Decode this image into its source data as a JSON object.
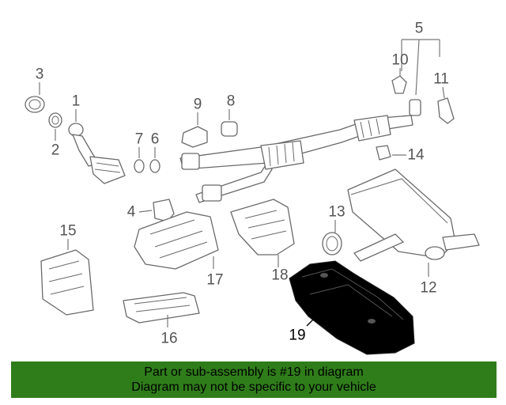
{
  "callouts": {
    "c1": "1",
    "c2": "2",
    "c3": "3",
    "c4": "4",
    "c5": "5",
    "c6": "6",
    "c7": "7",
    "c8": "8",
    "c9": "9",
    "c10": "10",
    "c11": "11",
    "c12": "12",
    "c13": "13",
    "c14": "14",
    "c15": "15",
    "c16": "16",
    "c17": "17",
    "c18": "18",
    "c19": "19"
  },
  "banner": {
    "line1": "Part or sub-assembly is #19 in diagram",
    "line2": "Diagram may not be specific to your vehicle",
    "color": "#2f7d1a"
  },
  "highlight_color": "#000000"
}
